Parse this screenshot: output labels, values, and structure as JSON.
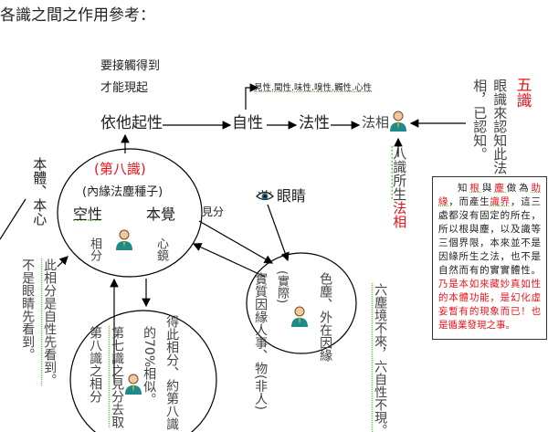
{
  "title": "各識之間之作用參考：",
  "top_note": [
    "要接觸得到",
    "才能現起"
  ],
  "flow": {
    "yitaqixing": "依他起性",
    "zixing": "自性",
    "faxing": "法性",
    "faxiang": "法相",
    "six_natures": "見性.聞性.味性.嗅性.觸性.心性"
  },
  "right_vertical": {
    "wushi": "五識",
    "line1": "眼識來認知此法",
    "line2": "相，已認知。"
  },
  "bashi_faxiang": {
    "prefix": "八識所生",
    "red": "法相"
  },
  "note_box": {
    "p1": "知",
    "p2": "根",
    "p3": "與",
    "p4": "塵",
    "p5": "做為",
    "p6": "助緣",
    "p7": "，而產生",
    "p8": "識界",
    "p9": "，這三處都沒有固定的所在，所以根與塵，以及識等三個界限，本來並不是因緣所生之法，也不是自然而有的實實體性。",
    "p10": "乃是本如來藏妙真如性的本體功能，是幻化虛妄暫有的現象而已！也是循業發現之事。"
  },
  "eye_label": "眼睛",
  "big_circle": {
    "title": "(第八識)",
    "subtitle": "(內緣法塵種子)",
    "left": "空性",
    "right": "本覺",
    "xiangfen": "相分",
    "xinjing": "心鏡"
  },
  "jianfen": "見分",
  "left_texts": {
    "benti": "本體、本心",
    "not_eye": "不是眼睛先看到。",
    "zixing_first": "此相分是自性先看到。"
  },
  "lower_circle": {
    "col1": "得此相分、約第八識",
    "col2": "的70%相似。",
    "col3": "第七識之見分去取",
    "col4": "第八識之相分"
  },
  "small_circle": {
    "shiji": "(實際)",
    "sechen": "色塵、外在因緣",
    "shizhi": "實質因緣人事、物(非人)"
  },
  "six_dust": "六塵境不來，六自性不現。"
}
